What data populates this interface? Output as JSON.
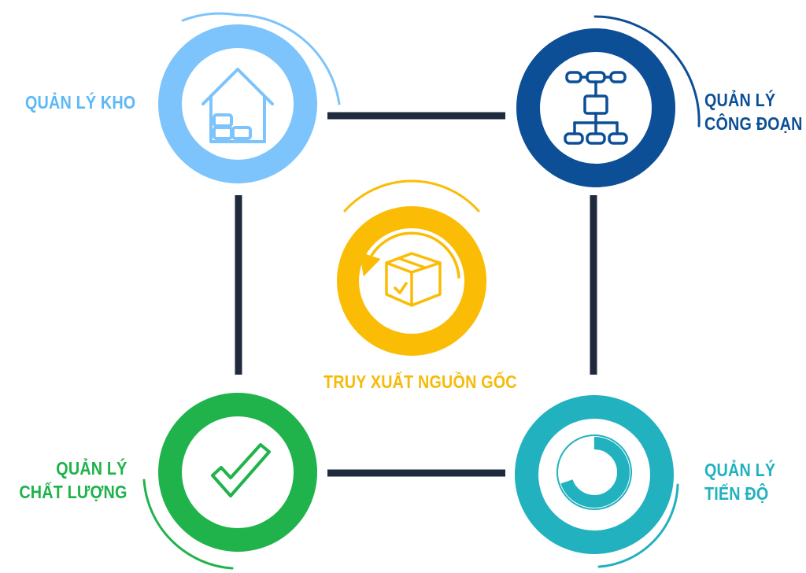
{
  "colors": {
    "line": "#1f2a3d",
    "warehouse": "#7cc4fb",
    "process": "#0d4f96",
    "trace": "#fbbc05",
    "quality": "#20b34b",
    "progress": "#22b1bf"
  },
  "nodes": {
    "warehouse": {
      "label_lines": [
        "QUẢN LÝ KHO"
      ],
      "icon": "warehouse-icon"
    },
    "process": {
      "label_lines": [
        "QUẢN LÝ",
        "CÔNG ĐOẠN"
      ],
      "icon": "flowchart-icon"
    },
    "trace": {
      "label_lines": [
        "TRUY XUẤT NGUỒN GỐC"
      ],
      "icon": "box-cycle-icon"
    },
    "quality": {
      "label_lines": [
        "QUẢN LÝ",
        "CHẤT LƯỢNG"
      ],
      "icon": "checkmark-icon"
    },
    "progress": {
      "label_lines": [
        "QUẢN LÝ",
        "TIẾN ĐỘ"
      ],
      "icon": "donut-progress-icon"
    }
  }
}
